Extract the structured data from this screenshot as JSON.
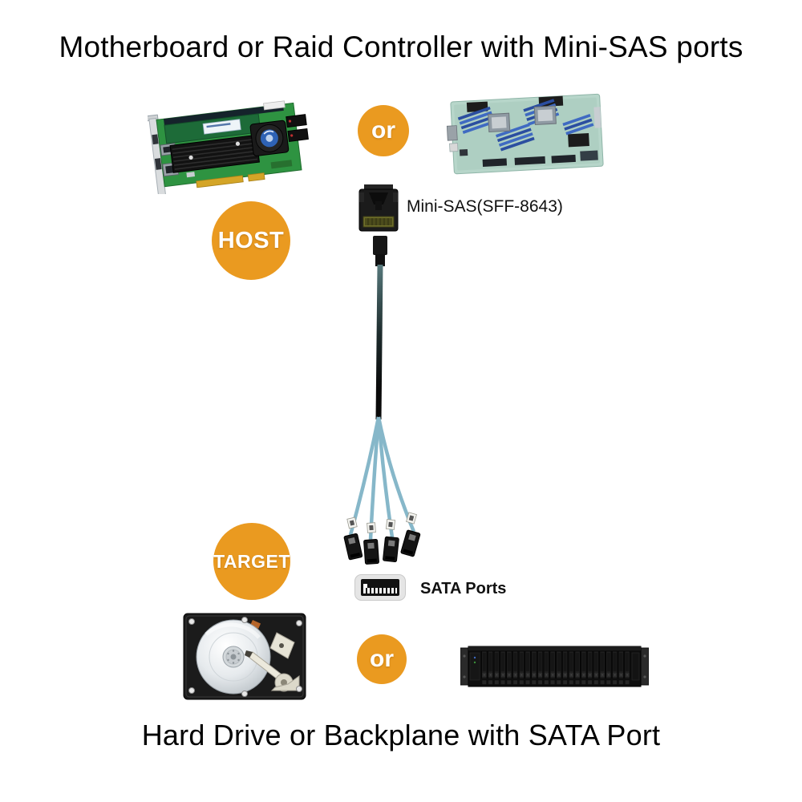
{
  "titles": {
    "top": "Motherboard or Raid Controller with Mini-SAS ports",
    "bottom": "Hard Drive or Backplane with SATA Port"
  },
  "badges": {
    "or_top": "or",
    "or_bottom": "or",
    "host": "HOST",
    "target": "TARGET"
  },
  "labels": {
    "minisas_connector": "Mini-SAS(SFF-8643)",
    "sata_ports": "SATA Ports"
  },
  "images": {
    "raid_controller": "raid-controller-card-image",
    "motherboard": "server-motherboard-image",
    "minisas_connector": "mini-sas-sff-8643-connector-image",
    "breakout_cable": "mini-sas-to-4x-sata-breakout-cable-image",
    "sata_port": "sata-port-icon",
    "hard_drive": "hard-disk-drive-image",
    "backplane": "2u-server-backplane-image"
  },
  "colors": {
    "accent_orange": "#EA9A20",
    "cable_blue": "#86B7C9",
    "title_text": "#000000",
    "background": "#FFFFFF"
  }
}
